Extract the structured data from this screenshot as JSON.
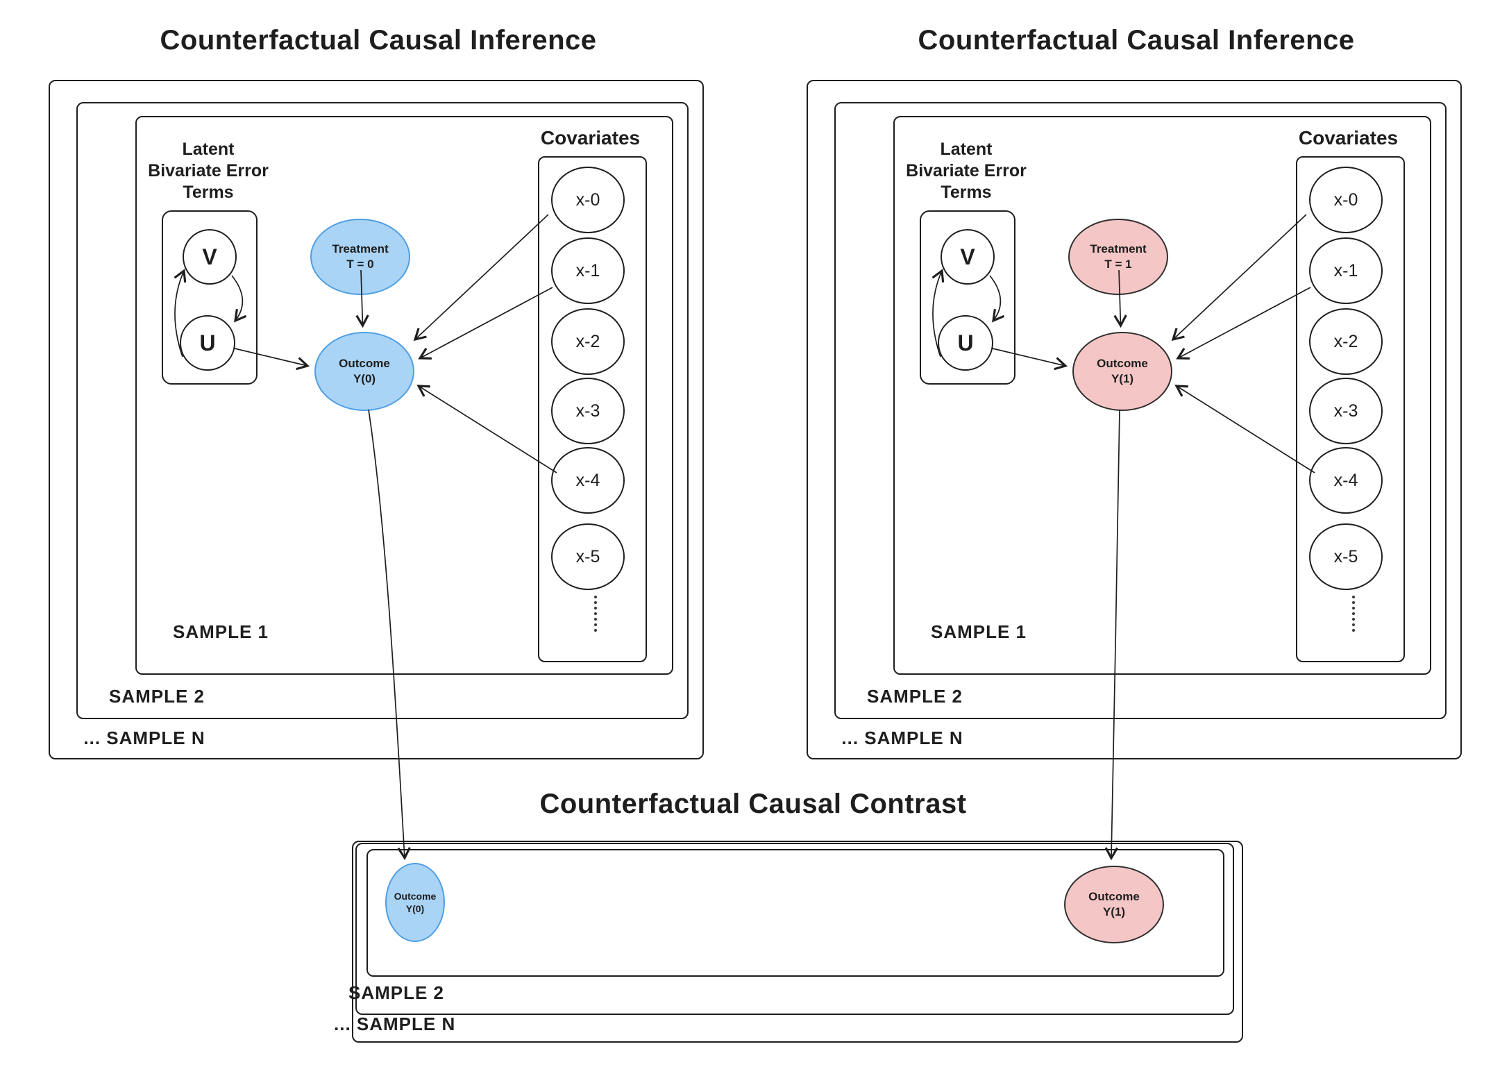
{
  "panel_left": {
    "title": "Counterfactual Causal Inference",
    "latent_label": {
      "line1": "Latent",
      "line2": "Bivariate Error",
      "line3": "Terms"
    },
    "error_terms": {
      "v": "V",
      "u": "U"
    },
    "treatment": {
      "line1": "Treatment",
      "line2": "T = 0"
    },
    "outcome": {
      "line1": "Outcome",
      "line2": "Y(0)"
    },
    "covariates": {
      "title": "Covariates",
      "items": [
        "x-0",
        "x-1",
        "x-2",
        "x-3",
        "x-4",
        "x-5"
      ]
    },
    "samples": {
      "inner": "SAMPLE 1",
      "middle": "SAMPLE 2",
      "outer": "... SAMPLE N"
    }
  },
  "panel_right": {
    "title": "Counterfactual Causal Inference",
    "latent_label": {
      "line1": "Latent",
      "line2": "Bivariate Error",
      "line3": "Terms"
    },
    "error_terms": {
      "v": "V",
      "u": "U"
    },
    "treatment": {
      "line1": "Treatment",
      "line2": "T = 1"
    },
    "outcome": {
      "line1": "Outcome",
      "line2": "Y(1)"
    },
    "covariates": {
      "title": "Covariates",
      "items": [
        "x-0",
        "x-1",
        "x-2",
        "x-3",
        "x-4",
        "x-5"
      ]
    },
    "samples": {
      "inner": "SAMPLE 1",
      "middle": "SAMPLE 2",
      "outer": "... SAMPLE N"
    }
  },
  "panel_contrast": {
    "title": "Counterfactual Causal Contrast",
    "outcome_control": {
      "line1": "Outcome",
      "line2": "Y(0)"
    },
    "outcome_treated": {
      "line1": "Outcome",
      "line2": "Y(1)"
    },
    "samples": {
      "middle": "SAMPLE 2",
      "outer": "... SAMPLE N"
    }
  },
  "colors": {
    "ink": "#1e1e1e",
    "control_fill": "#a9d4f6",
    "control_stroke": "#4f9ee3",
    "treated_fill": "#f5c6c6",
    "treated_stroke": "#2f2f2f"
  }
}
